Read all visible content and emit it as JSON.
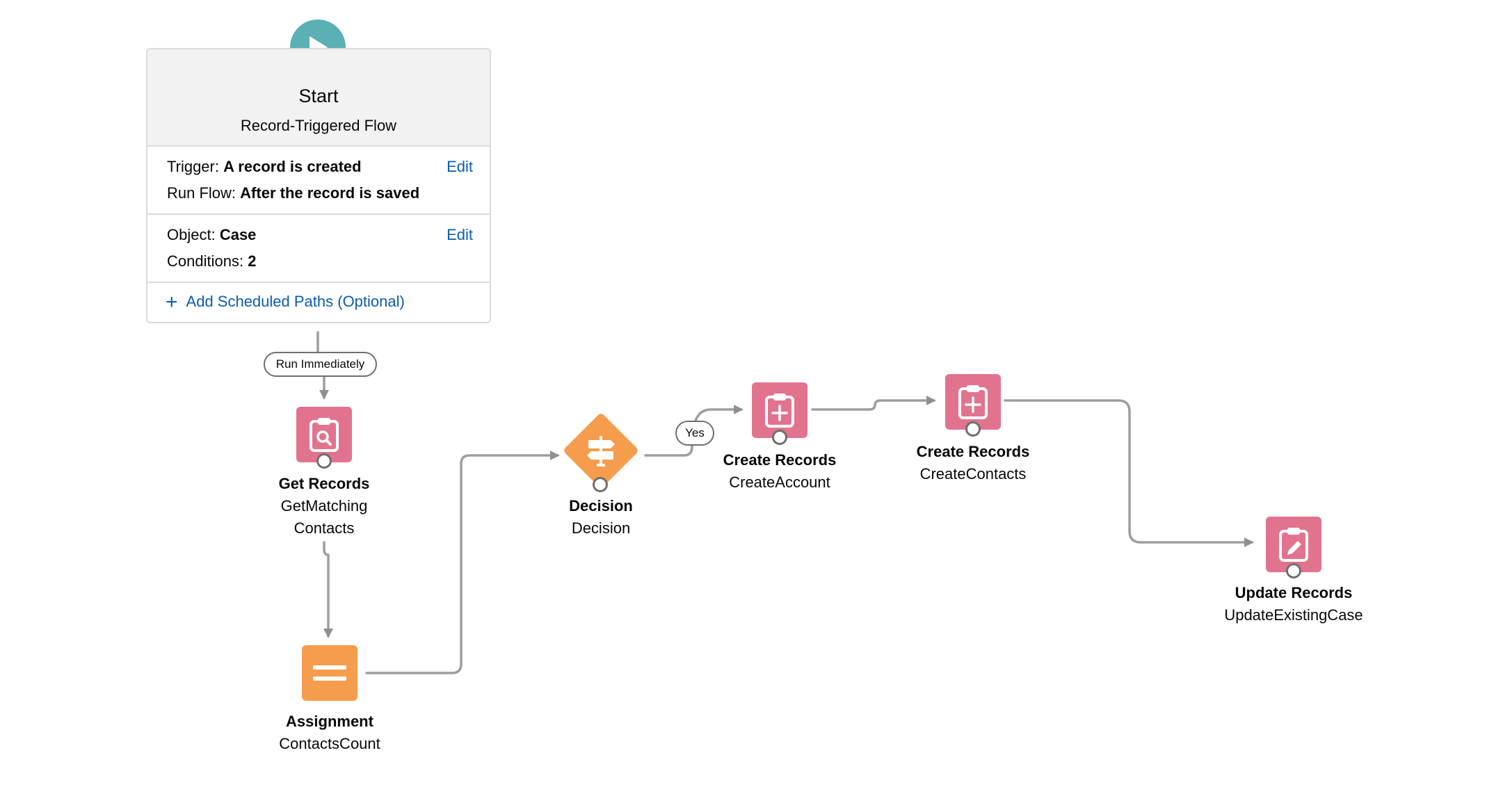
{
  "start": {
    "title": "Start",
    "subtitle": "Record-Triggered Flow",
    "trigger_label": "Trigger:",
    "trigger_value": "A record is created",
    "runflow_label": "Run Flow:",
    "runflow_value": "After the record is saved",
    "object_label": "Object:",
    "object_value": "Case",
    "conditions_label": "Conditions:",
    "conditions_value": "2",
    "edit_label": "Edit",
    "add_paths_label": "Add Scheduled Paths (Optional)"
  },
  "connectors": {
    "run_immediately": "Run Immediately",
    "yes": "Yes"
  },
  "nodes": {
    "get_records": {
      "type": "Get Records",
      "name_line1": "GetMatching",
      "name_line2": "Contacts",
      "icon": "search-record-icon"
    },
    "assignment": {
      "type": "Assignment",
      "name": "ContactsCount",
      "icon": "equals-icon"
    },
    "decision": {
      "type": "Decision",
      "name": "Decision",
      "icon": "signpost-icon"
    },
    "create_account": {
      "type": "Create Records",
      "name": "CreateAccount",
      "icon": "create-record-icon"
    },
    "create_contacts": {
      "type": "Create Records",
      "name": "CreateContacts",
      "icon": "create-record-icon"
    },
    "update_case": {
      "type": "Update Records",
      "name": "UpdateExistingCase",
      "icon": "update-record-icon"
    }
  },
  "colors": {
    "data_element": "#e2738f",
    "logic_element": "#f59d4d",
    "start": "#5ab0b3",
    "link": "#0b5cab",
    "connector": "#9e9e9e"
  }
}
